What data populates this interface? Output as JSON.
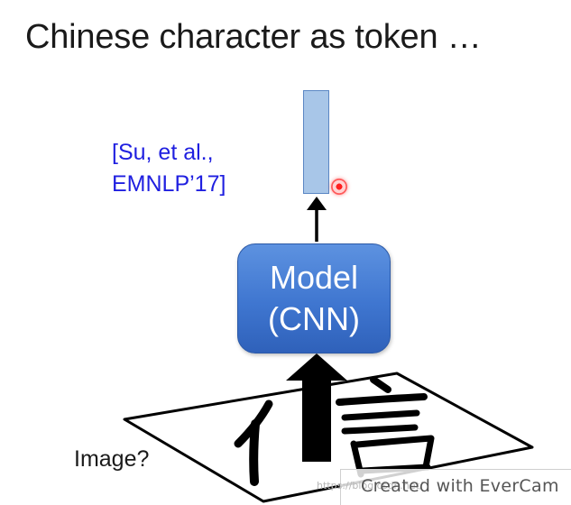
{
  "slide": {
    "title": "Chinese character as token …",
    "citation": {
      "line1": "[Su, et al.,",
      "line2": "EMNLP’17]"
    },
    "model": {
      "line1": "Model",
      "line2": "(CNN)"
    },
    "input_label": "Image?",
    "input_character": "信",
    "watermark": {
      "text": "Created with EverCam",
      "url": "https://blog.csdn.net/"
    }
  },
  "colors": {
    "citation": "#1f1fe0",
    "model_fill": "#3f76d0",
    "vector_fill": "#a8c6e8",
    "vector_border": "#5b87c4",
    "pointer": "#ff2020"
  }
}
